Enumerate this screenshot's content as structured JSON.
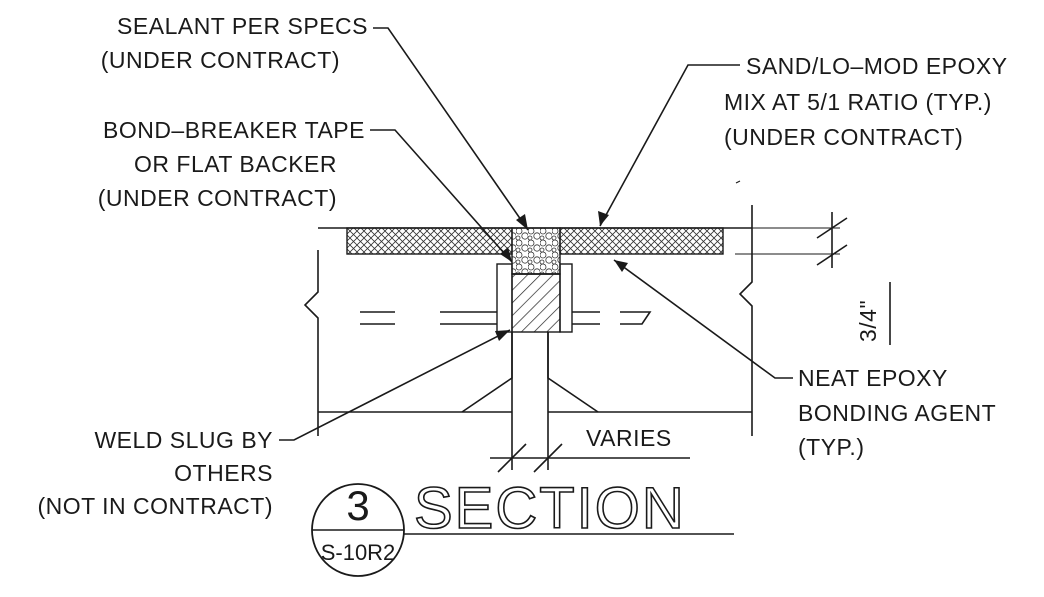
{
  "labels": {
    "sealant": [
      "SEALANT PER SPECS",
      "(UNDER CONTRACT)"
    ],
    "sand_epoxy": [
      "SAND/LO–MOD EPOXY",
      "MIX AT 5/1 RATIO (TYP.)",
      "(UNDER CONTRACT)"
    ],
    "bond_breaker": [
      "BOND–BREAKER TAPE",
      "OR FLAT BACKER",
      "(UNDER CONTRACT)"
    ],
    "neat_epoxy": [
      "NEAT EPOXY",
      "BONDING AGENT",
      "(TYP.)"
    ],
    "weld_slug": [
      "WELD SLUG BY",
      "OTHERS",
      "(NOT IN CONTRACT)"
    ],
    "varies": "VARIES",
    "depth_dim": "3/4\""
  },
  "section_callout": {
    "number": "3",
    "title": "SECTION",
    "sheet": "S-10R2"
  },
  "colors": {
    "ink": "#1a1a1a",
    "background": "#ffffff"
  }
}
